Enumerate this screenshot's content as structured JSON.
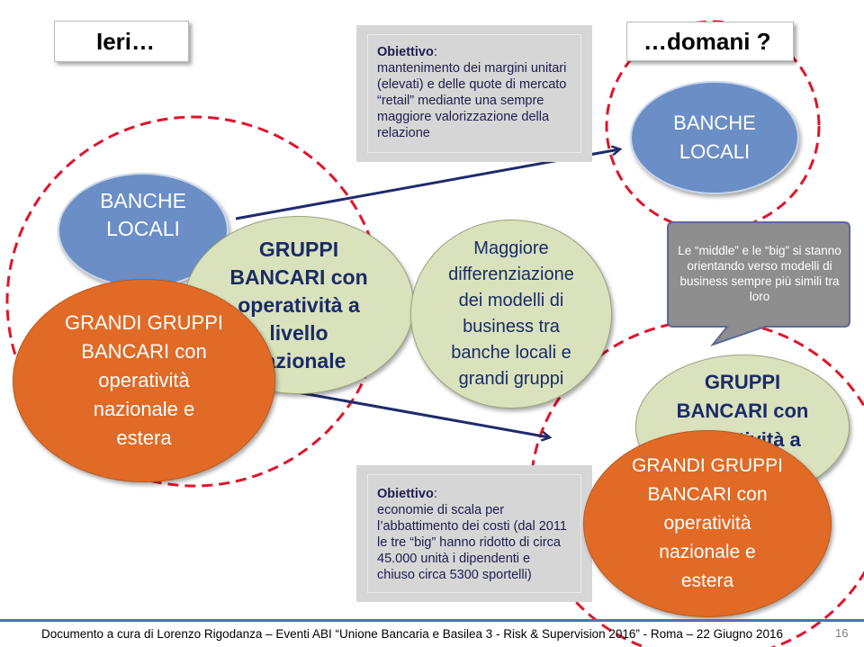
{
  "ieri_label": "Ieri…",
  "domani_label": "…domani ?",
  "objective_top": {
    "title": "Obiettivo",
    "text": "mantenimento dei margini unitari (elevati) e delle quote di mercato “retail” mediante una sempre maggiore valorizzazione della relazione"
  },
  "objective_bottom": {
    "title": "Obiettivo",
    "text": "economie di scala per l’abbattimento dei costi (dal 2011 le tre “big” hanno ridotto di circa 45.000 unità i dipendenti e chiuso circa 5300 sportelli)"
  },
  "left": {
    "banche_locali": "BANCHE\nLOCALI",
    "gruppi_nazionale": "GRUPPI\nBANCARI con\noperatività a\nlivello\nnazionale",
    "grandi_gruppi": "GRANDI GRUPPI\nBANCARI con\noperatività\nnazionale e\nestera"
  },
  "middle": {
    "differenziazione": "Maggiore\ndifferenziazione\ndei modelli di\nbusiness tra\nbanche locali e\ngrandi gruppi"
  },
  "right": {
    "banche_locali": "BANCHE\nLOCALI",
    "callout": "Le “middle” e le “big” si stanno orientando verso modelli di business sempre più simili tra loro",
    "gruppi_nazionale": "GRUPPI\nBANCARI con\noperatività a",
    "grandi_gruppi": "GRANDI GRUPPI\nBANCARI con\noperatività\nnazionale e\nestera"
  },
  "footer": {
    "text": "Documento a cura di Lorenzo Rigodanza – Eventi ABI “Unione Bancaria e Basilea 3 - Risk & Supervision 2016” - Roma – 22 Giugno 2016",
    "page": "16"
  },
  "colors": {
    "blue": "#6b8ec6",
    "green": "#d9e2bd",
    "orange": "#e06a26",
    "navy": "#1d1d4f",
    "dashed_red": "#e0152a"
  }
}
